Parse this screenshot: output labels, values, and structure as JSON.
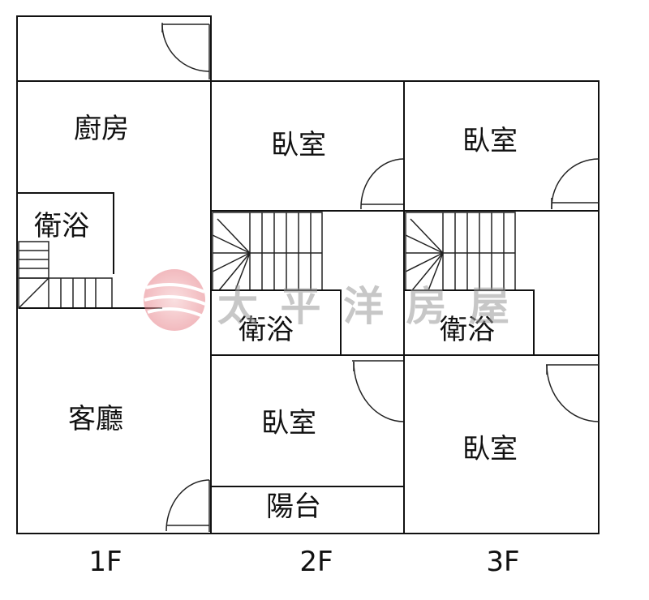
{
  "title": "3-floor floor plan",
  "floors": [
    {
      "label": "1F",
      "rooms": [
        "廚房",
        "衛浴",
        "客廳"
      ]
    },
    {
      "label": "2F",
      "rooms": [
        "臥室",
        "衛浴",
        "臥室",
        "陽台"
      ]
    },
    {
      "label": "3F",
      "rooms": [
        "臥室",
        "衛浴",
        "臥室"
      ]
    }
  ],
  "watermark": {
    "text": "太平洋房屋",
    "logo_color": "#e8828a"
  }
}
